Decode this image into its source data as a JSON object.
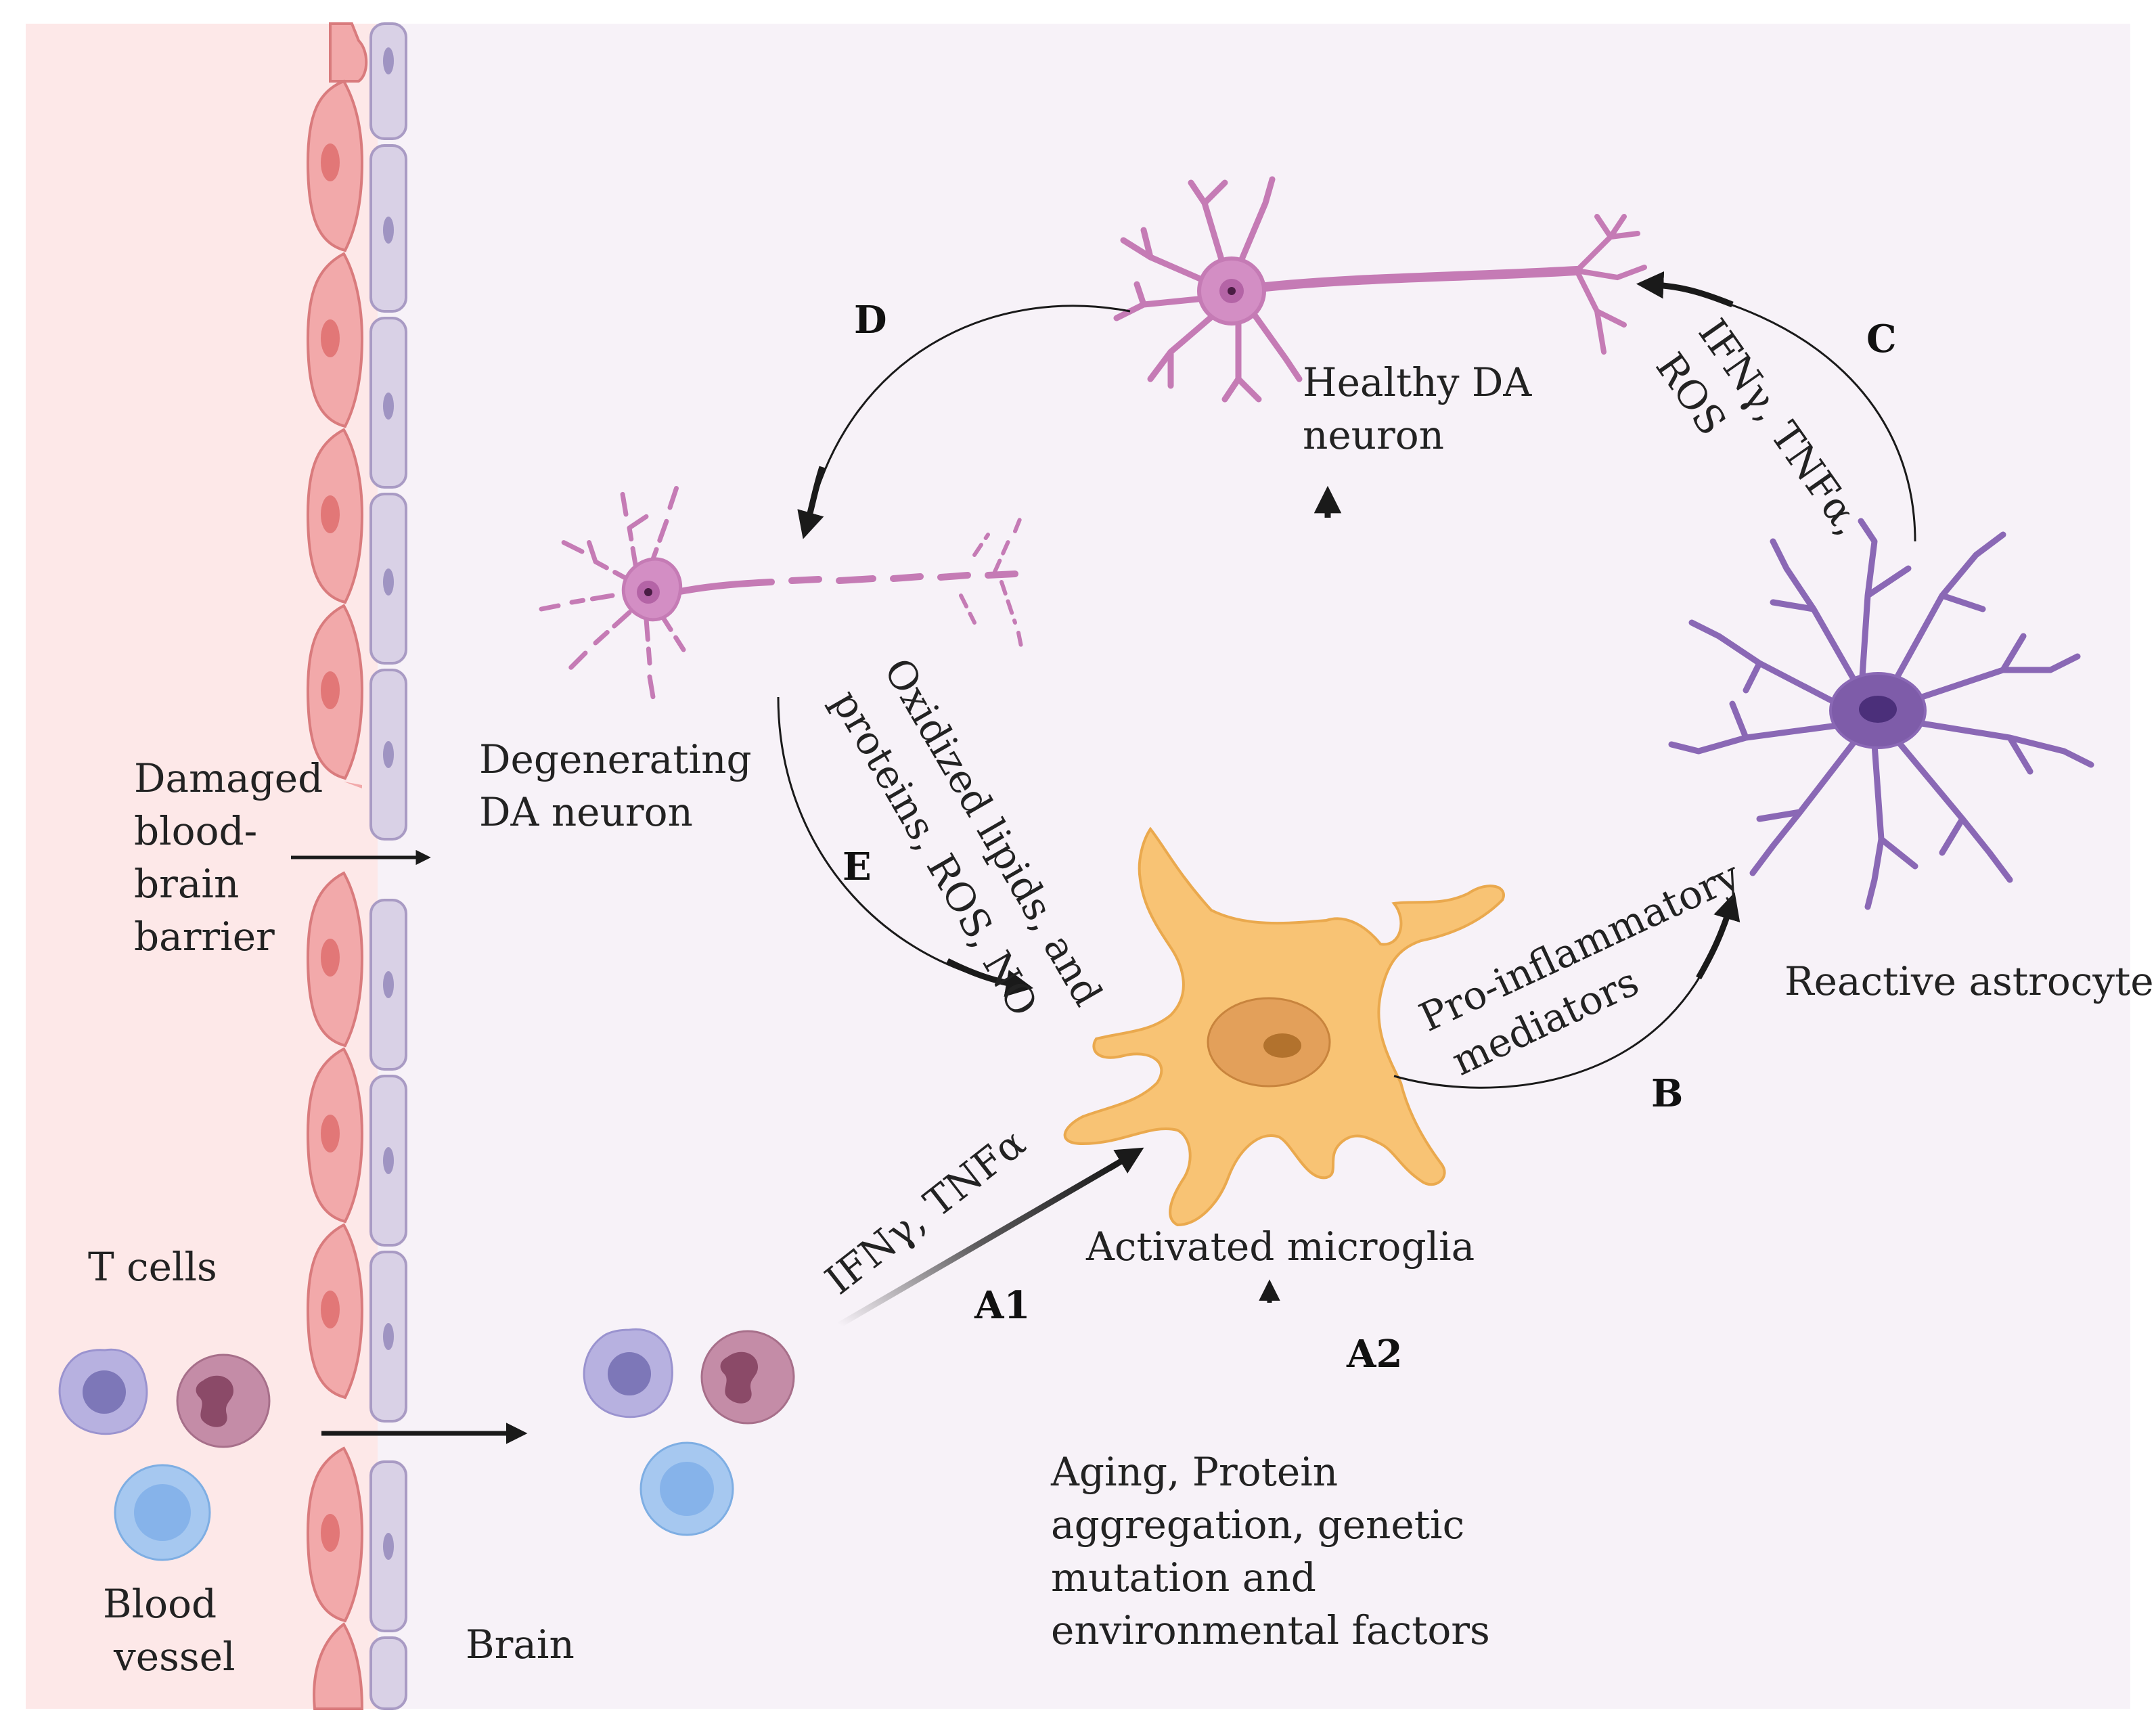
{
  "labels": {
    "healthy_neuron_l1": "Healthy DA",
    "healthy_neuron_l2": "neuron",
    "degenerating_l1": "Degenerating",
    "degenerating_l2": "DA  neuron",
    "bbb_l1": "Damaged",
    "bbb_l2": "blood-",
    "bbb_l3": "brain",
    "bbb_l4": "barrier",
    "reactive_astrocyte": "Reactive astrocyte",
    "activated_microglia": "Activated microglia",
    "t_cells": "T cells",
    "blood_vessel_l1": "Blood",
    "blood_vessel_l2": "vessel",
    "brain": "Brain",
    "factors_l1": "Aging, Protein",
    "factors_l2": "aggregation, genetic",
    "factors_l3": "mutation and",
    "factors_l4": "environmental factors",
    "ifn_tnf_a1": "IFNγ,  TNFα",
    "ifn_c_l1": "IFNγ,  TNFα,",
    "ifn_c_l2": "ROS",
    "oxidized_l1": "Oxidized lipids, and",
    "oxidized_l2": "proteins, ROS, NO",
    "proinflam_l1": "Pro-inflammatory",
    "proinflam_l2": "mediators"
  },
  "steps": {
    "a1": "A1",
    "a2": "A2",
    "b": "B",
    "c": "C",
    "d": "D",
    "e": "E"
  },
  "colors": {
    "vessel_bg": "#fde8e8",
    "brain_bg": "#f7f2f8",
    "endothelial": "#f2a9aa",
    "pericyte": "#d9d1e6",
    "neuron": "#c57bb5",
    "astrocyte": "#8a68b5",
    "microglia": "#f8c374",
    "arrow": "#1a1a1a"
  }
}
